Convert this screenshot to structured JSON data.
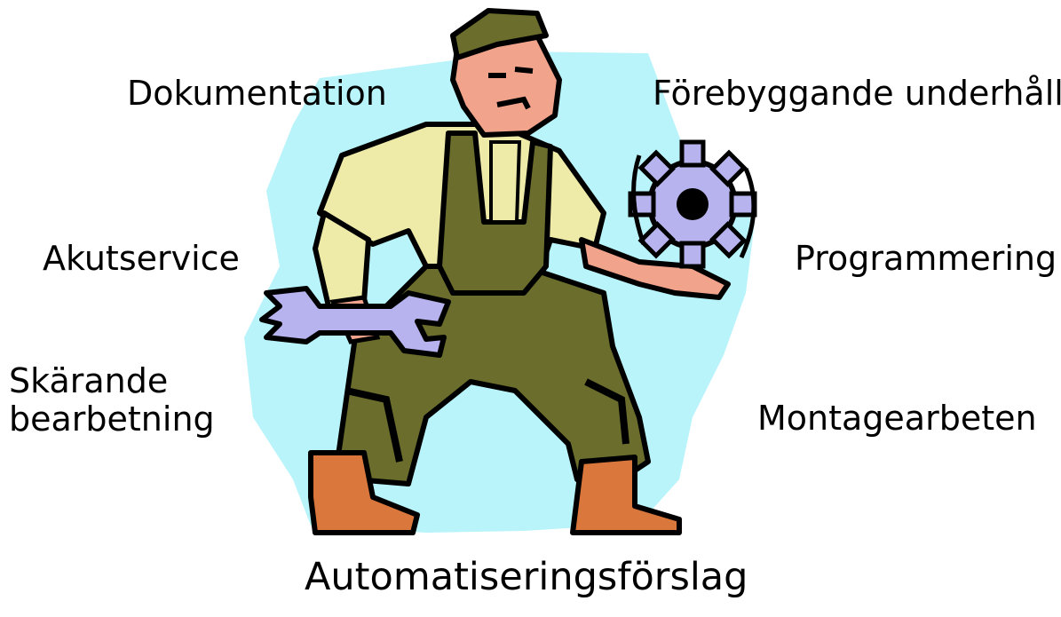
{
  "labels": {
    "dokumentation": "Dokumentation",
    "forebyggande": "Förebyggande underhåll",
    "akutservice": "Akutservice",
    "programmering": "Programmering",
    "skarande_line1": "Skärande",
    "skarande_line2": "bearbetning",
    "montage": "Montagearbeten",
    "automatisering": "Automatiseringsförslag"
  },
  "illustration": {
    "subject": "worker-with-wrench-and-gear",
    "colors": {
      "backdrop": "#b8f4fa",
      "shirt": "#eeeaa8",
      "overalls": "#6b6d2c",
      "skin": "#f2a38b",
      "tools": "#b7b3ee",
      "boots": "#d9773d",
      "cap": "#6b6d2c",
      "outline": "#000000"
    }
  }
}
